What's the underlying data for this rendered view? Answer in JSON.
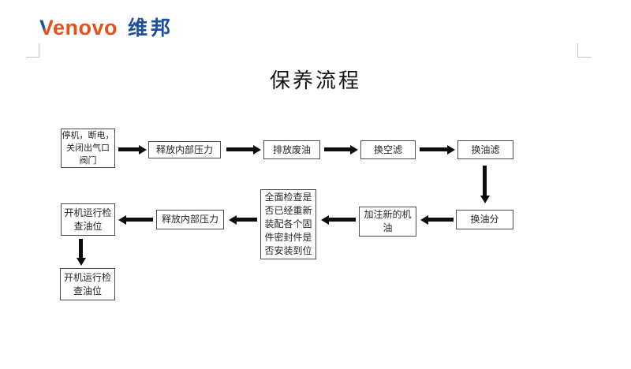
{
  "logo": {
    "brand_v": "V",
    "brand_rest": "enovo",
    "brand_cn": "维邦",
    "brand_orange": "#e8501a",
    "brand_blue": "#1c4fa0"
  },
  "title": "保养流程",
  "flowchart": {
    "nodes": [
      {
        "label": "停机，断电，\n关闭出气口\n阀门"
      },
      {
        "label": "释放内部压力"
      },
      {
        "label": "排放废油"
      },
      {
        "label": "换空滤"
      },
      {
        "label": "换油滤"
      },
      {
        "label": "换油分"
      },
      {
        "label": "加注新的机\n油"
      },
      {
        "label": "全面检查是\n否已经重新\n装配各个固\n件密封件是\n否安装到位"
      },
      {
        "label": "释放内部压力"
      },
      {
        "label": "开机运行检\n查油位"
      },
      {
        "label": "开机运行检\n查油位"
      }
    ]
  }
}
